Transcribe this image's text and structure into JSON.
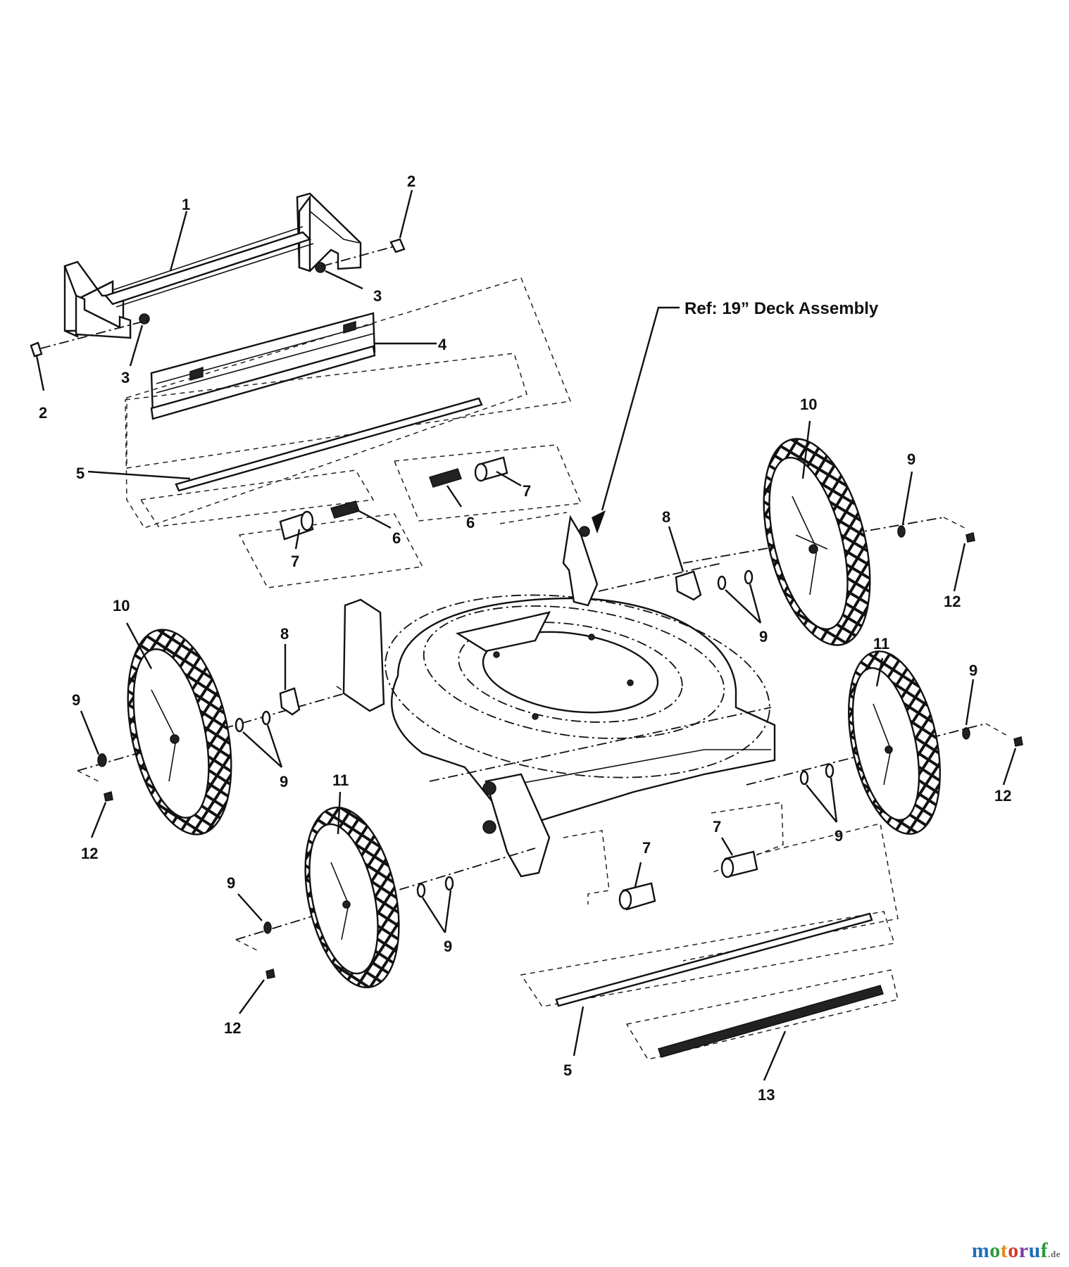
{
  "reference_label": "Ref: 19” Deck Assembly",
  "callouts": [
    "1",
    "2",
    "2",
    "3",
    "3",
    "4",
    "5",
    "5",
    "6",
    "6",
    "7",
    "7",
    "7",
    "7",
    "8",
    "8",
    "9",
    "9",
    "9",
    "9",
    "9",
    "9",
    "9",
    "9",
    "10",
    "10",
    "11",
    "11",
    "12",
    "12",
    "12",
    "12",
    "13"
  ],
  "watermark": {
    "letters": [
      "m",
      "o",
      "t",
      "o",
      "r",
      "u",
      "f"
    ],
    "letter_colors": [
      "#1f6fb8",
      "#2b9a3e",
      "#e08a1e",
      "#d13a2a",
      "#7a3fa0",
      "#1f6fb8",
      "#2b9a3e"
    ],
    "suffix": ".de"
  },
  "colors": {
    "ink": "#111111",
    "background": "#ffffff"
  }
}
